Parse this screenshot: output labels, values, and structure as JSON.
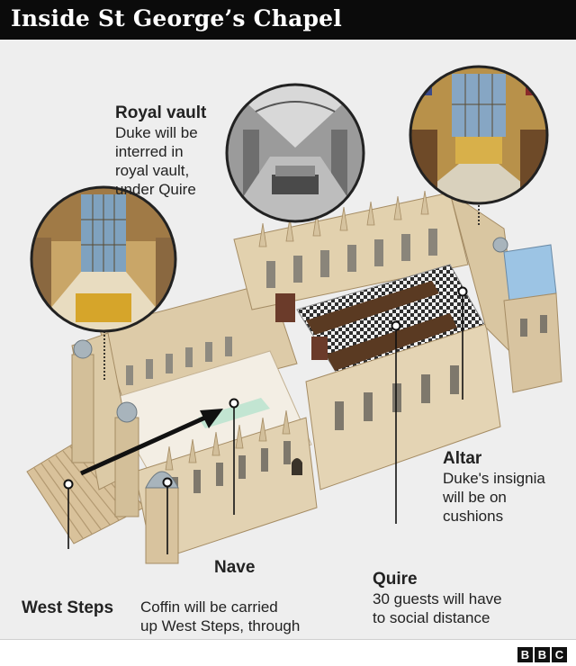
{
  "title": "Inside St George’s Chapel",
  "labels": {
    "royal_vault": {
      "title": "Royal vault",
      "desc": "Duke will be\ninterred in\nroyal vault,\nunder Quire"
    },
    "altar": {
      "title": "Altar",
      "desc": "Duke's insignia\nwill be on\ncushions"
    },
    "quire": {
      "title": "Quire",
      "desc": "30 guests will have\nto social distance"
    },
    "nave": {
      "title": "Nave"
    },
    "west_steps": {
      "title": "West Steps"
    },
    "coffin": {
      "desc": "Coffin will be carried\nup West Steps, through\nNave to a platform in\nthe Quire"
    }
  },
  "logo": [
    "B",
    "B",
    "C"
  ],
  "colors": {
    "header_bg": "#0b0b0b",
    "stone": "#e6d6b8",
    "stone_shadow": "#c9b38e",
    "roof_glass": "#9cc4e4",
    "floor_check": "#3a3a3a",
    "wood": "#5a3a22"
  }
}
